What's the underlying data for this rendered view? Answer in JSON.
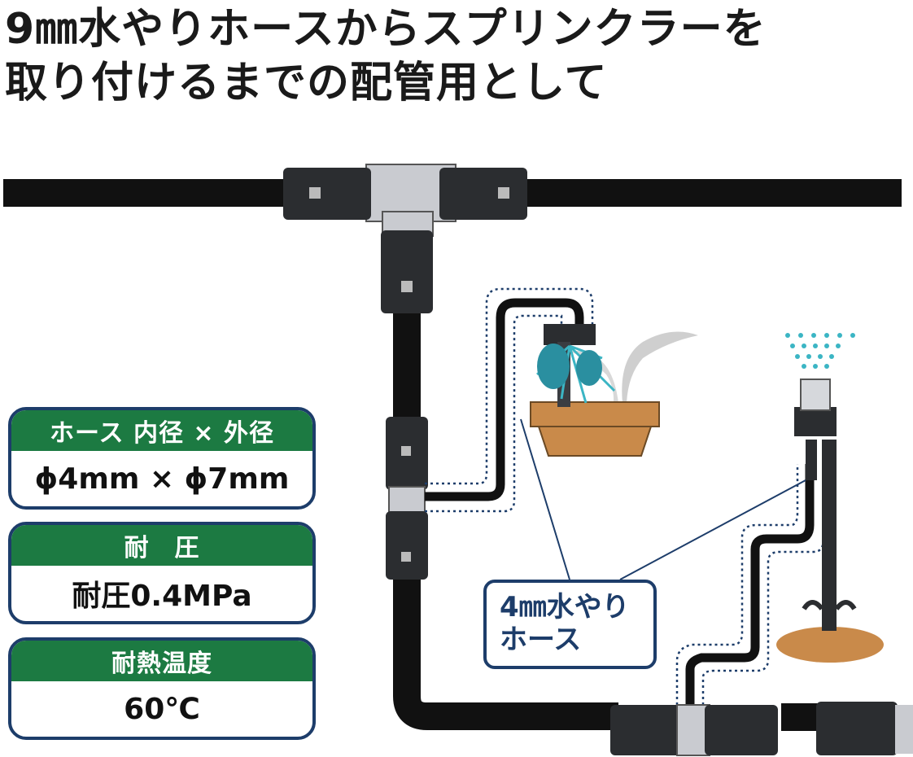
{
  "headline": {
    "line1": "9㎜水やりホースからスプリンクラーを",
    "line2": "取り付けるまでの配管用として"
  },
  "specs": [
    {
      "label": "ホース 内径 × 外径",
      "value": "ϕ4mm × ϕ7mm"
    },
    {
      "label": "耐　圧",
      "value": "耐圧0.4MPa"
    },
    {
      "label": "耐熱温度",
      "value": "60℃"
    }
  ],
  "callout": {
    "line1": "4㎜水やり",
    "line2": "ホース"
  },
  "colors": {
    "spec_header": "#1c7a42",
    "border_navy": "#1d3d6a",
    "hose": "#111111",
    "fitting_metal": "#c9cbd0",
    "pot": "#c98a4a",
    "spray": "#3bb5c4"
  },
  "icons": [
    "tee-fitting-icon",
    "coupler-icon",
    "micro-sprinkler-icon",
    "sprinkler-head-icon",
    "plant-pot-icon",
    "water-spray-icon"
  ]
}
